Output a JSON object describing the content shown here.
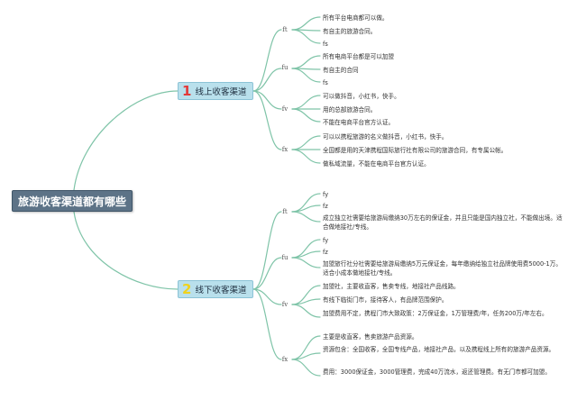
{
  "root": "旅游收客渠道都有哪些",
  "branches": [
    {
      "num": "1",
      "label": "线上收客渠道",
      "children": [
        {
          "label": "ft",
          "leaves": [
            "所有平台电商都可以做。",
            "有自主的旅游合同。",
            "fs"
          ]
        },
        {
          "label": "fu",
          "leaves": [
            "所有电商平台都是可以加盟",
            "有自主的合同",
            "fs"
          ]
        },
        {
          "label": "fv",
          "leaves": [
            "可以做抖音，小红书，快手。",
            "用的总部旅游合同。",
            "不能在电商平台官方认证。"
          ]
        },
        {
          "label": "fx",
          "leaves": [
            "可以以携程旅游的名义做抖音，小红书，快手。",
            "全国都是用的天津携程国际旅行社有限公司的旅游合同，有专属公帐。",
            "做私域流量，不能在电商平台官方认证。"
          ]
        }
      ]
    },
    {
      "num": "2",
      "label": "线下收客渠道",
      "children": [
        {
          "label": "ft",
          "leaves": [
            "fy",
            "fz",
            "成立独立社需要给旅游局缴纳30万左右的保证金，并且只能是国内独立社，不能做出境。适合做地接社/专线。"
          ]
        },
        {
          "label": "fu",
          "leaves": [
            "fy",
            "fz",
            "加盟旅行社分社需要给旅游局缴纳5万元保证金，每年缴纳给独立社品牌使用费5000-1万。适合小成本做地接社/专线。"
          ]
        },
        {
          "label": "fv",
          "leaves": [
            "加盟社，主要收直客，售卖专线，地接社产品线路。",
            "有线下临街门市，接待客人，有品牌范围保护。",
            "加盟费用不定，携程门市大致政策：2万保证金，1万管理费/年，任务200万/年左右。"
          ]
        },
        {
          "label": "fx",
          "leaves": [
            "主要是收直客，售卖旅游产品资源。",
            "资源包含：全国收客，全国专线产品，地接社产品，以及携程线上所有的旅游产品资源。",
            "费用：3000保证金，3000管理费，完成40万流水，返还管理费。有无门市都可加盟。"
          ]
        }
      ]
    }
  ],
  "colors": {
    "connector": "#7fc4a8",
    "root_bg": "#5d7387",
    "branch_bg": "#b9e0ec"
  }
}
